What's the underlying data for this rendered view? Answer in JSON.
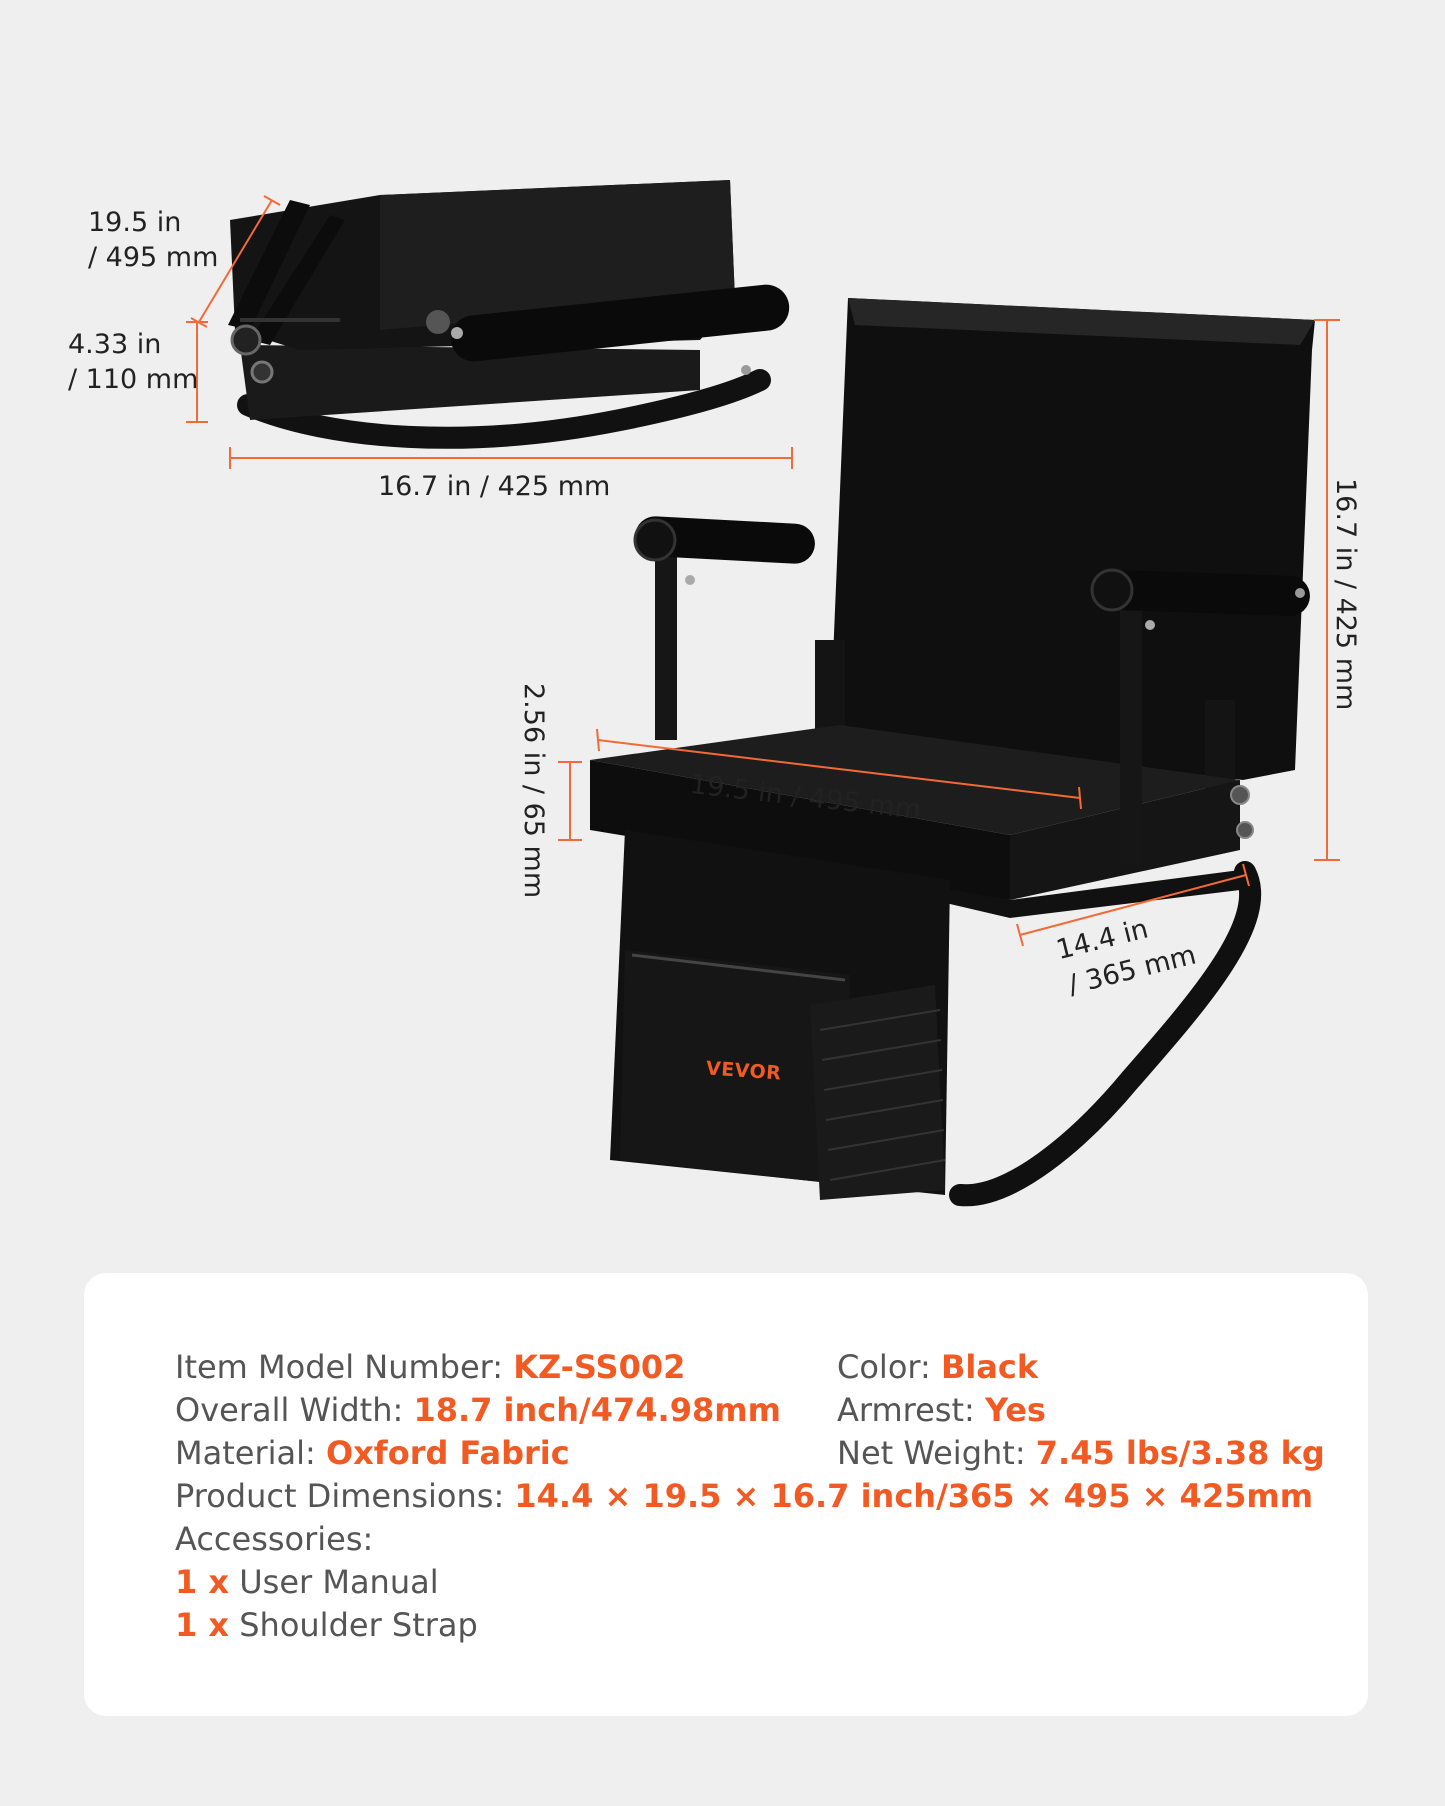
{
  "brand": {
    "logo_text": "VEVOR",
    "accent_color": "#f15a22",
    "dimension_line_color": "#f26a35"
  },
  "folded_view": {
    "length_label_line1": "19.5 in",
    "length_label_line2": "/ 495 mm",
    "height_label_line1": "4.33 in",
    "height_label_line2": "/ 110 mm",
    "width_label": "16.7 in / 425 mm"
  },
  "open_view": {
    "height_label": "16.7 in / 425 mm",
    "cushion_label": "2.56 in / 65 mm",
    "seat_width_label": "19.5 in / 495 mm",
    "depth_label_line1": "14.4 in",
    "depth_label_line2": "/ 365 mm"
  },
  "specs": {
    "model": {
      "label": "Item Model Number: ",
      "value": "KZ-SS002"
    },
    "color": {
      "label": "Color: ",
      "value": "Black"
    },
    "width": {
      "label": "Overall Width: ",
      "value": "18.7 inch/474.98mm"
    },
    "armrest": {
      "label": "Armrest: ",
      "value": "Yes"
    },
    "material": {
      "label": "Material: ",
      "value": "Oxford Fabric"
    },
    "weight": {
      "label": "Net Weight: ",
      "value": "7.45 lbs/3.38 kg"
    },
    "dimensions": {
      "label": "Product Dimensions: ",
      "value": "14.4 × 19.5 × 16.7 inch/365 × 495 × 425mm"
    },
    "accessories_label": "Accessories:",
    "accessories": [
      {
        "qty": "1 x",
        "name": " User Manual"
      },
      {
        "qty": "1 x",
        "name": " Shoulder Strap"
      }
    ]
  }
}
